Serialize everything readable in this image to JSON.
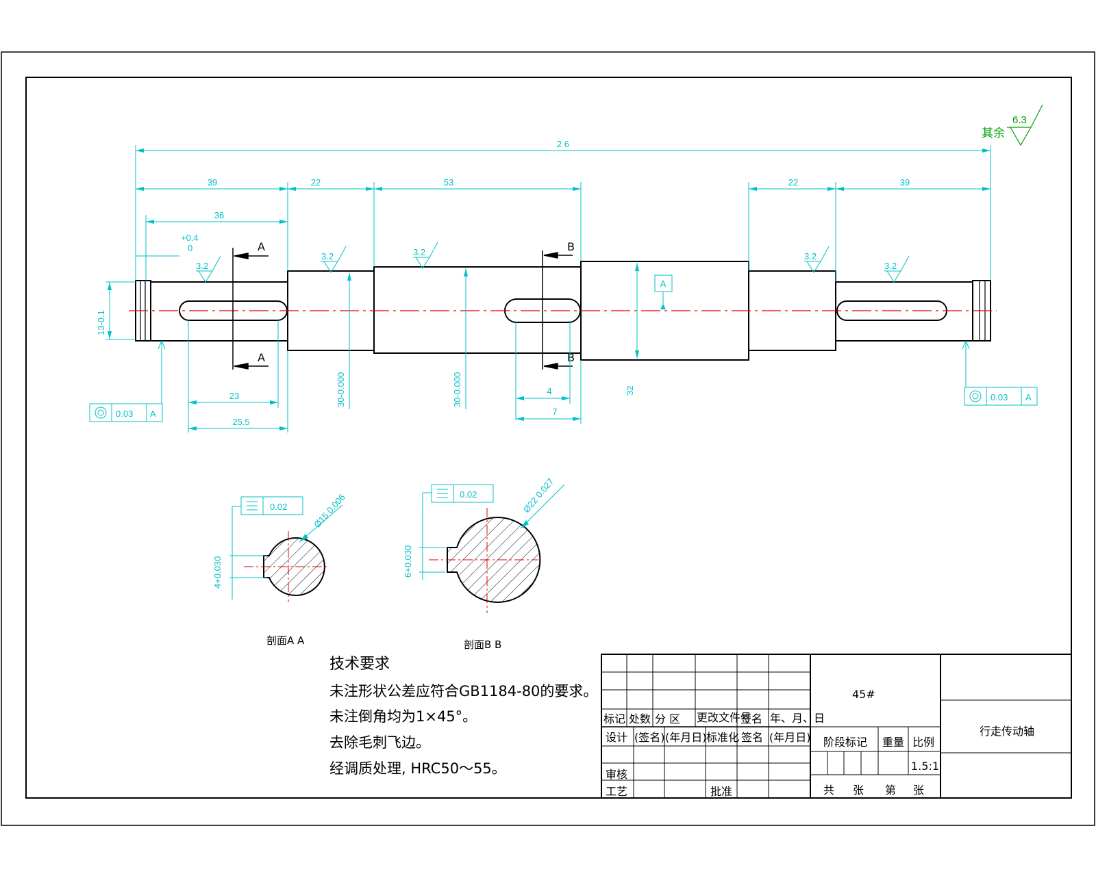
{
  "dimensions": {
    "total_length": "2 6",
    "left_end_39": "39",
    "seg_22_left": "22",
    "seg_53": "53",
    "seg_22_right": "22",
    "right_end_39": "39",
    "keyway_36": "36",
    "tol_plus": "+0.4",
    "tol_zero": "0",
    "keyway_23": "23",
    "keyway_25_5": "25.5",
    "keyway_4": "4",
    "keyway_7": "7",
    "dia_left_end": "13-0.1",
    "dia_seg1": "30-0.000",
    "dia_seg2": "30-0.000",
    "dia_collar": "32",
    "section_a_dia": "Ø15 0.006",
    "section_b_dia": "Ø22 0.027",
    "section_a_key": "4+0.030",
    "section_b_key": "6+0.030"
  },
  "roughness": {
    "general_prefix": "其余",
    "general_value": "6.3",
    "local_value": "3.2"
  },
  "section_marks": {
    "a": "A",
    "b": "B",
    "datum": "A"
  },
  "tolerance_frames": {
    "left_coax": {
      "value": "0.03",
      "datum": "A"
    },
    "right_coax": {
      "value": "0.03",
      "datum": "A"
    },
    "sym_a": {
      "value": "0.02"
    },
    "sym_b": {
      "value": "0.02"
    }
  },
  "section_labels": {
    "a": "剖面A A",
    "b": "剖面B B"
  },
  "tech_requirements": {
    "title": "技术要求",
    "line1": "未注形状公差应符合GB1184-80的要求。",
    "line2": "未注倒角均为1×45°。",
    "line3": "去除毛刺飞边。",
    "line4": "经调质处理, HRC50～55。"
  },
  "title_block": {
    "material": "45#",
    "part_name": "行走传动轴",
    "header_labels": [
      "标记",
      "处数",
      "分  区",
      "更改文件号",
      "签名",
      "年、月、日"
    ],
    "row_design": [
      "设计",
      "(签名)",
      "(年月日)",
      "标准化",
      "签名",
      "(年月日)"
    ],
    "check": "审核",
    "process": "工艺",
    "approve": "批准",
    "stage_mark": "阶段标记",
    "weight": "重量",
    "scale_label": "比例",
    "scale_value": "1.5:1",
    "sheet_total": "共",
    "sheet_unit1": "张",
    "sheet_no": "第",
    "sheet_unit2": "张"
  },
  "colors": {
    "outline": "#000000",
    "dimension": "#00c0c8",
    "centerline": "#e00000",
    "roughness_general": "#00a000"
  }
}
